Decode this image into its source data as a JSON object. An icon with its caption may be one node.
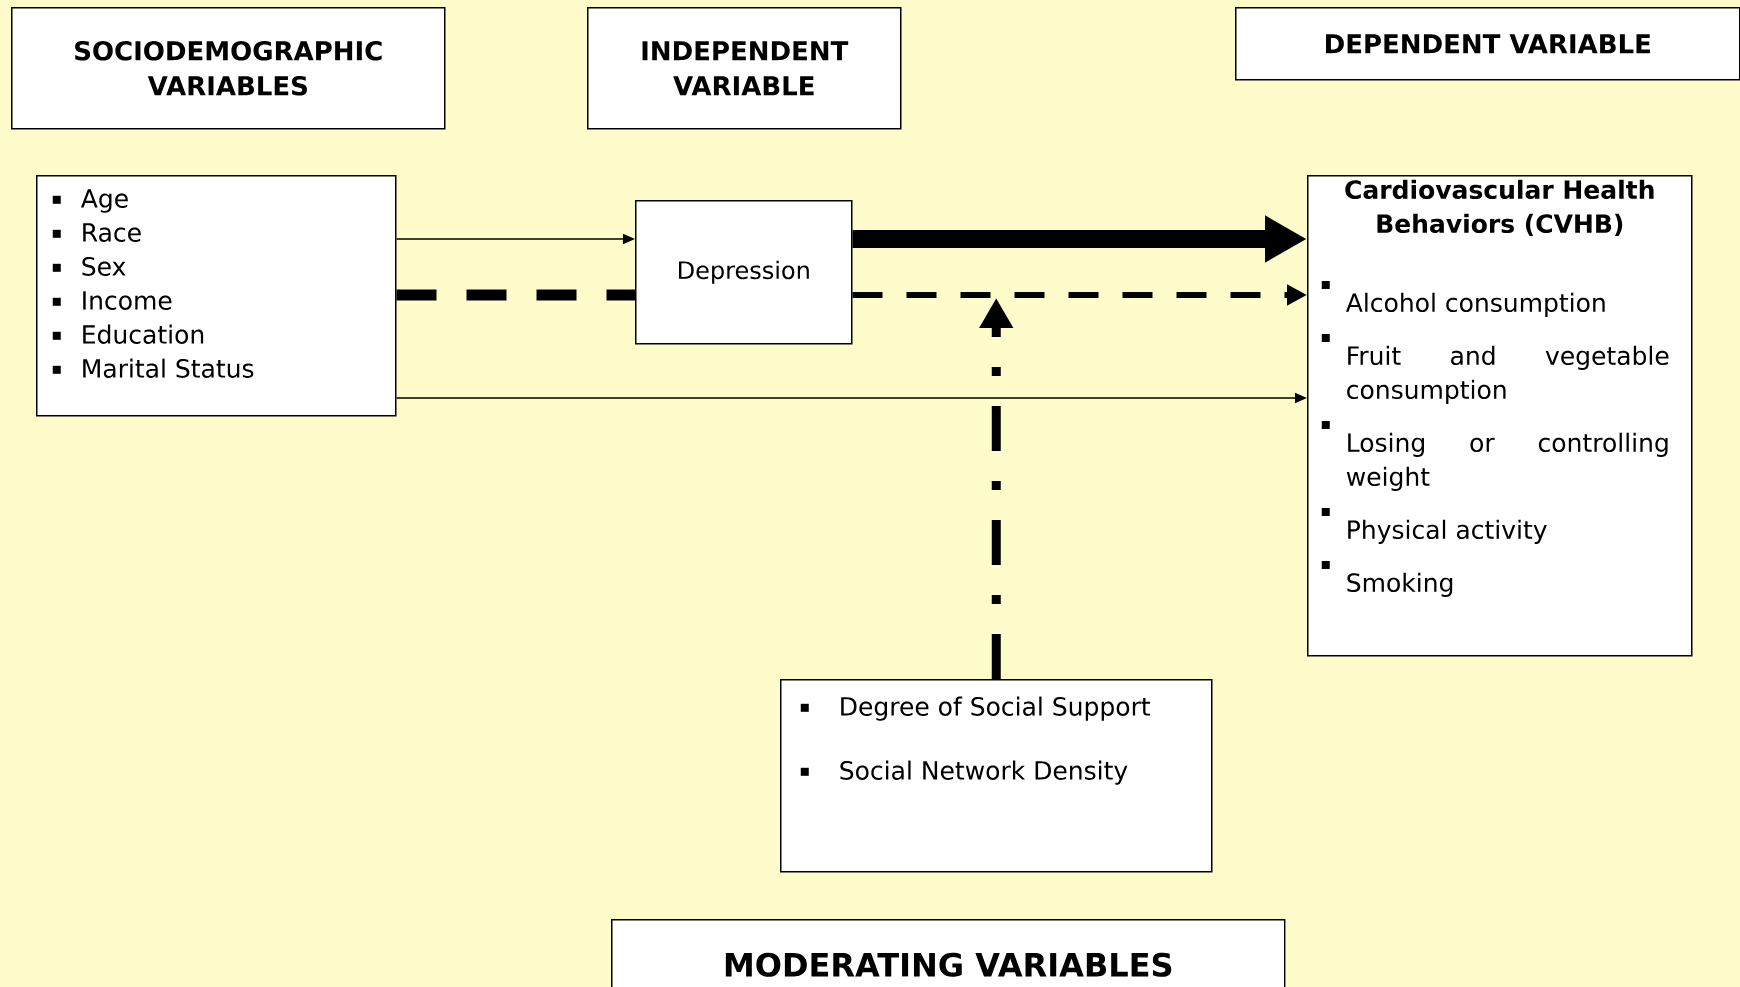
{
  "diagram": {
    "nodes": [
      {
        "text": [
          "SOCIODEMOGRAPHIC VARIABLES"
        ]
      },
      {
        "text": [
          "INDEPENDENT VARIABLE"
        ]
      },
      {
        "text": [
          "DEPENDENT VARIABLE"
        ]
      },
      {
        "text": [
          "Age",
          "Race",
          "Sex",
          "Income",
          "Education",
          "Marital Status"
        ]
      },
      {
        "text": [
          "Depression"
        ]
      },
      {
        "text": [
          "Cardiovascular Health Behaviors (CVHB)",
          "Alcohol consumption",
          "Fruit and vegetable consumption",
          "Losing or controlling weight",
          "Physical activity",
          "Smoking"
        ]
      },
      {
        "text": [
          "Degree of Social Support",
          "Social Network Density"
        ]
      },
      {
        "text": [
          "MODERATING VARIABLES"
        ]
      }
    ],
    "edges": [
      {
        "from": 3,
        "to": 4,
        "arrow": "to"
      },
      {
        "from": 3,
        "to": 4,
        "arrow": "none",
        "style": "dashed"
      },
      {
        "from": 4,
        "to": 5,
        "arrow": "to",
        "style": "thick"
      },
      {
        "from": 4,
        "to": 5,
        "arrow": "to",
        "style": "dashed"
      },
      {
        "from": 3,
        "to": 5,
        "arrow": "to"
      },
      {
        "from": 6,
        "to": null,
        "arrow": "to",
        "style": "dashed"
      }
    ]
  }
}
